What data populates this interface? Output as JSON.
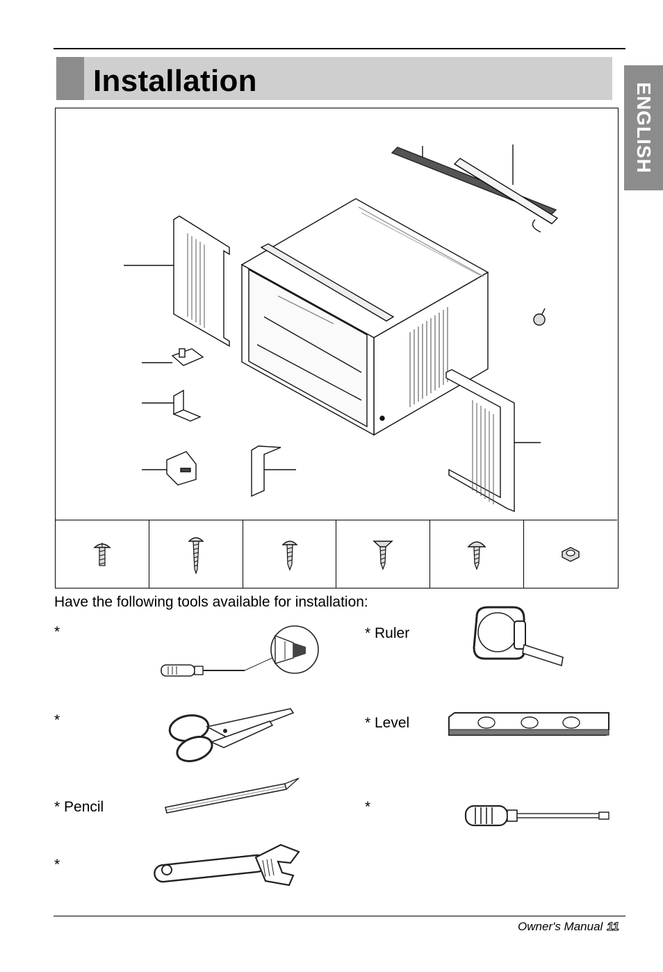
{
  "header": {
    "title": "Installation",
    "language_tab": "ENGLISH"
  },
  "tools": {
    "heading": "Have the following tools available for installation:",
    "items": [
      {
        "label": "*",
        "icon": "phillips-screwdriver-icon"
      },
      {
        "label": "*",
        "icon": "scissors-icon"
      },
      {
        "label": "*  Pencil",
        "icon": "pencil-icon"
      },
      {
        "label": "*",
        "icon": "adjustable-wrench-icon"
      },
      {
        "label": "* Ruler",
        "icon": "tape-measure-icon"
      },
      {
        "label": "* Level",
        "icon": "level-icon"
      },
      {
        "label": "*",
        "icon": "flathead-screwdriver-icon"
      }
    ]
  },
  "screws": [
    {
      "icon": "truss-head-screw-icon"
    },
    {
      "icon": "long-pan-head-screw-icon"
    },
    {
      "icon": "pan-head-screw-icon"
    },
    {
      "icon": "flat-head-screw-icon"
    },
    {
      "icon": "round-head-screw-icon"
    },
    {
      "icon": "hex-nut-icon"
    }
  ],
  "footer": {
    "label": "Owner's Manual",
    "page_number": "11"
  }
}
